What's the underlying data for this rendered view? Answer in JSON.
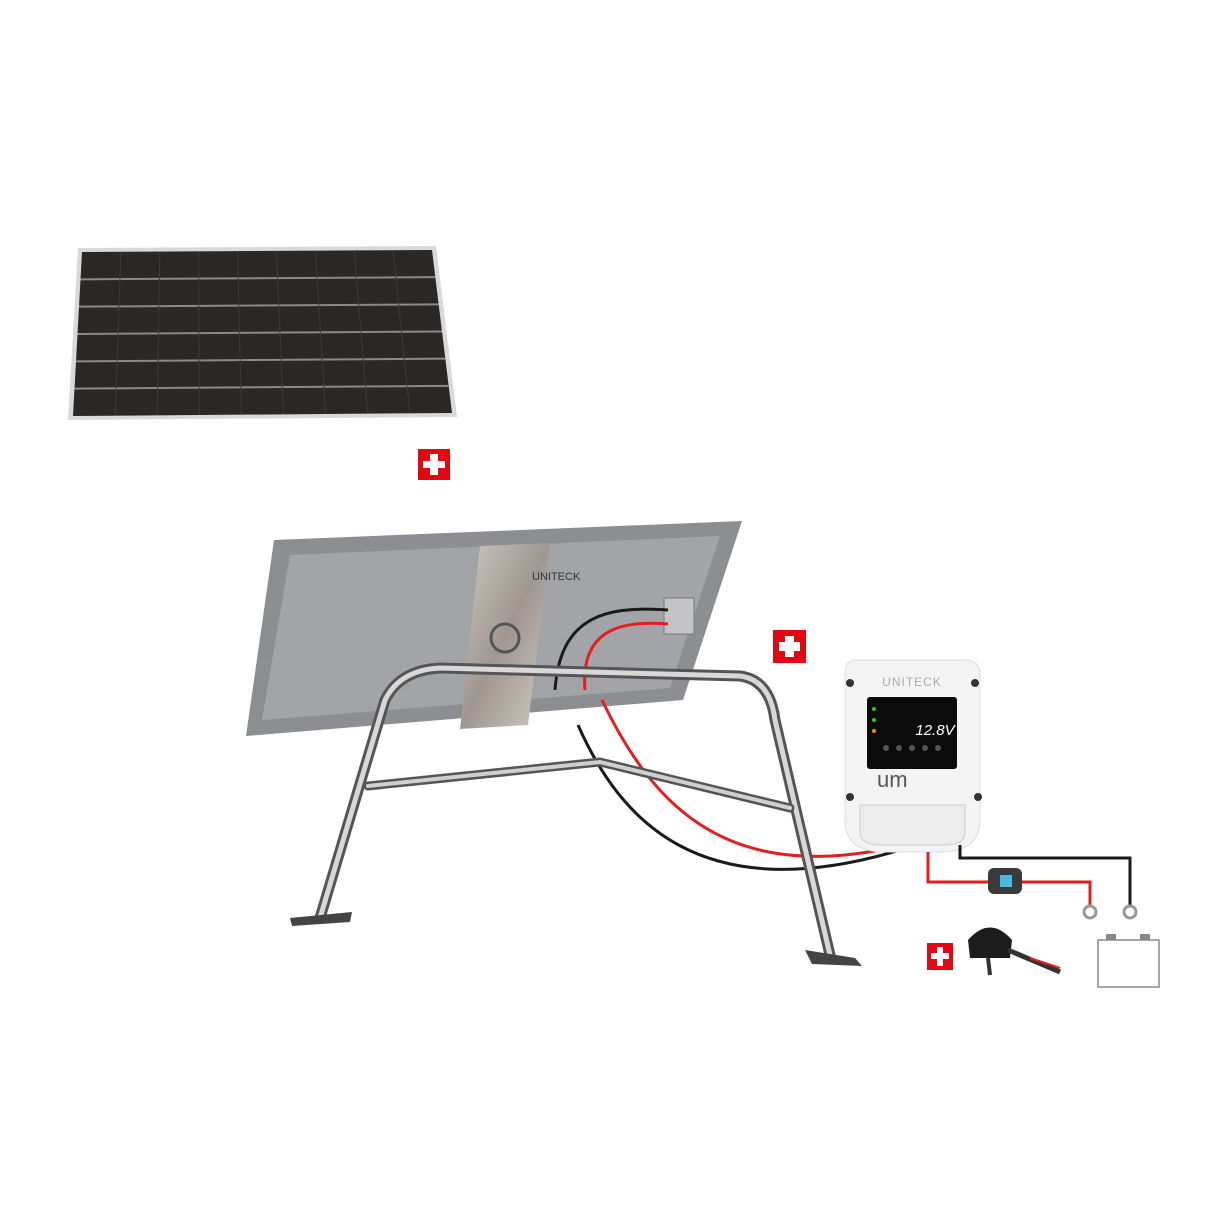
{
  "brand": "UNITECK",
  "controller": {
    "logo": "um",
    "display_value": "12.8V"
  },
  "plus_icon_color": "#e30613",
  "cable_colors": {
    "positive": "#e41e1e",
    "negative": "#1a1a1a"
  }
}
